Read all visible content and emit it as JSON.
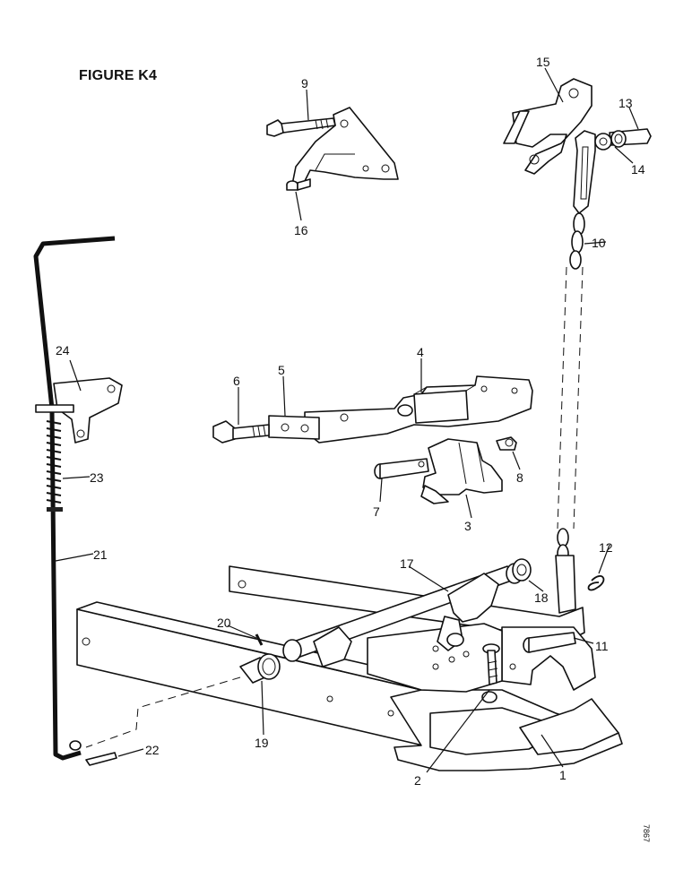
{
  "figure_title": "FIGURE K4",
  "drawing_code": "7867",
  "callouts": [
    "1",
    "2",
    "3",
    "4",
    "5",
    "6",
    "7",
    "8",
    "9",
    "10",
    "11",
    "12",
    "13",
    "14",
    "15",
    "16",
    "17",
    "18",
    "19",
    "20",
    "21",
    "22",
    "23",
    "24"
  ]
}
